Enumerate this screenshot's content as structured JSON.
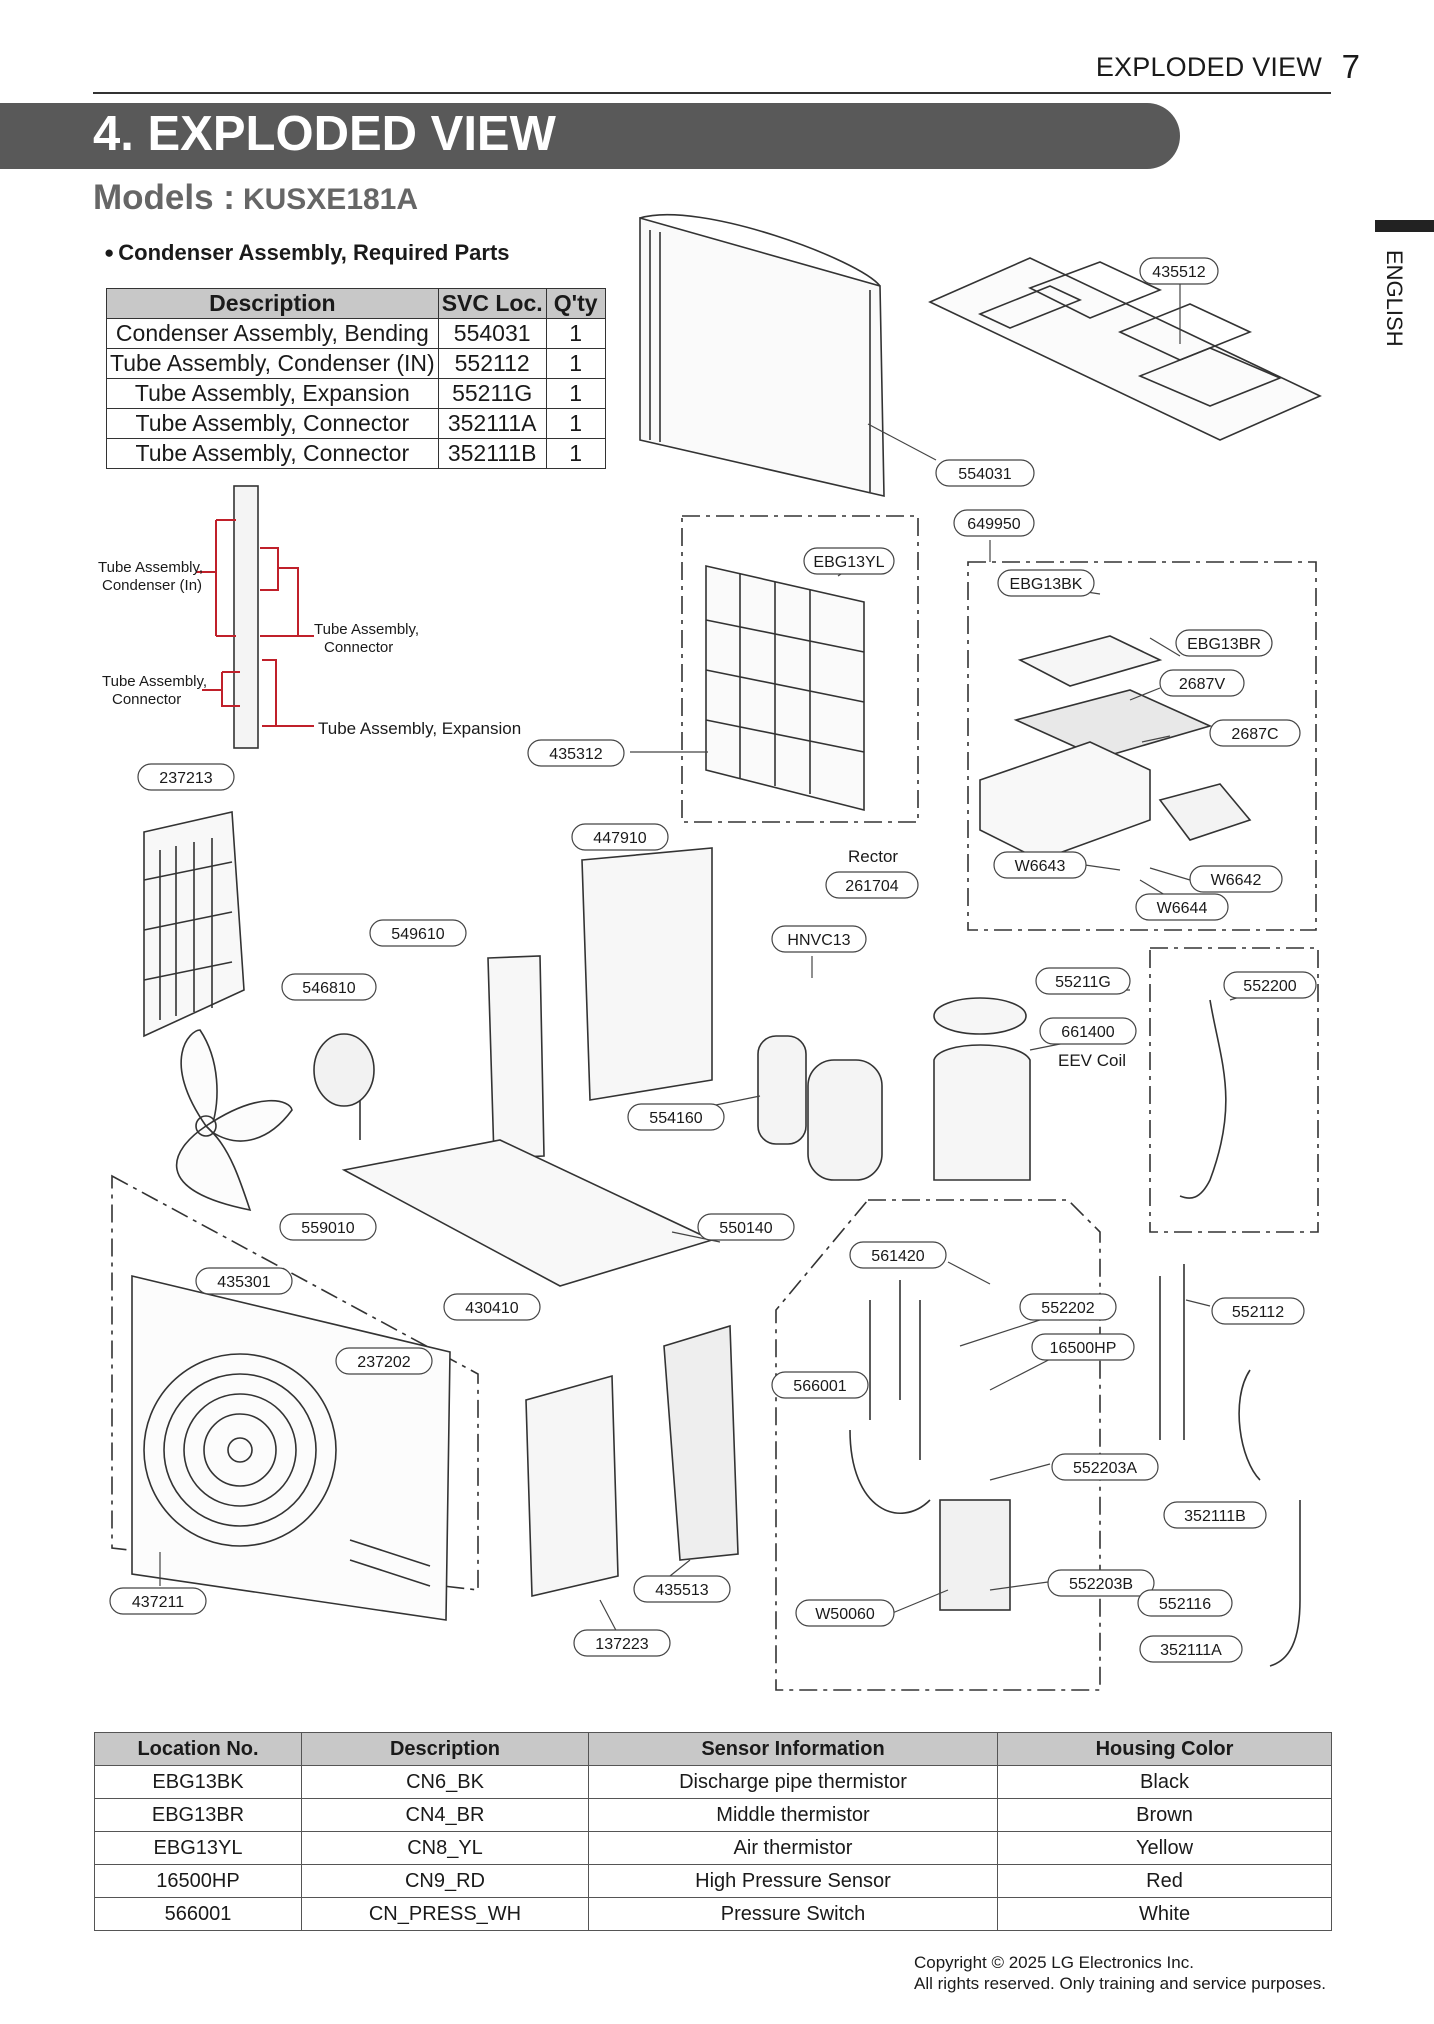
{
  "header": {
    "section": "EXPLODED VIEW",
    "page": "7"
  },
  "banner": {
    "title": "4. EXPLODED VIEW"
  },
  "models": {
    "label": "Models :",
    "code": "KUSXE181A"
  },
  "side_tab": {
    "language": "ENGLISH"
  },
  "required_parts": {
    "heading": "Condenser Assembly, Required Parts",
    "columns": [
      "Description",
      "SVC Loc.",
      "Q'ty"
    ],
    "rows": [
      [
        "Condenser Assembly, Bending",
        "554031",
        "1"
      ],
      [
        "Tube Assembly, Condenser (IN)",
        "552112",
        "1"
      ],
      [
        "Tube Assembly, Expansion",
        "55211G",
        "1"
      ],
      [
        "Tube Assembly, Connector",
        "352111A",
        "1"
      ],
      [
        "Tube Assembly, Connector",
        "352111B",
        "1"
      ]
    ]
  },
  "tube_callouts": {
    "condenser_in": [
      "Tube Assembly,",
      "Condenser (In)"
    ],
    "connector_right": [
      "Tube Assembly,",
      "Connector"
    ],
    "connector_left": [
      "Tube Assembly,",
      "Connector"
    ],
    "expansion": "Tube Assembly, Expansion"
  },
  "part_labels": [
    "435512",
    "554031",
    "649950",
    "EBG13YL",
    "EBG13BK",
    "EBG13BR",
    "2687V",
    "2687C",
    "435312",
    "237213",
    "447910",
    "261704",
    "W6643",
    "W6642",
    "W6644",
    "549610",
    "HNVC13",
    "546810",
    "55211G",
    "552200",
    "661400",
    "554160",
    "559010",
    "550140",
    "561420",
    "435301",
    "430410",
    "552202",
    "552112",
    "16500HP",
    "237202",
    "566001",
    "552203A",
    "352111B",
    "552203B",
    "552116",
    "437211",
    "435513",
    "W50060",
    "137223",
    "352111A"
  ],
  "free_text": {
    "rector": "Rector",
    "eev_coil": "EEV Coil"
  },
  "sensor_table": {
    "columns": [
      "Location No.",
      "Description",
      "Sensor Information",
      "Housing Color"
    ],
    "rows": [
      [
        "EBG13BK",
        "CN6_BK",
        "Discharge pipe thermistor",
        "Black"
      ],
      [
        "EBG13BR",
        "CN4_BR",
        "Middle thermistor",
        "Brown"
      ],
      [
        "EBG13YL",
        "CN8_YL",
        "Air thermistor",
        "Yellow"
      ],
      [
        "16500HP",
        "CN9_RD",
        "High Pressure Sensor",
        "Red"
      ],
      [
        "566001",
        "CN_PRESS_WH",
        "Pressure Switch",
        "White"
      ]
    ]
  },
  "footer": {
    "copyright": "Copyright © 2025 LG Electronics Inc.",
    "rights": "All rights reserved. Only training and service purposes."
  },
  "colors": {
    "banner": "#595959",
    "table_header": "#c8c8c8",
    "callout_line": "#c0202a"
  }
}
